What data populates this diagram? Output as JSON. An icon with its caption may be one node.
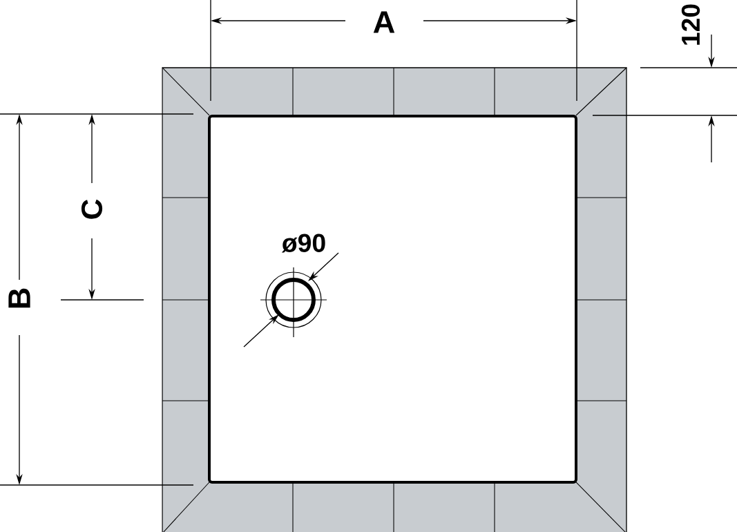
{
  "diagram": {
    "labels": [
      "A",
      "120",
      "C",
      "ø90",
      "B"
    ]
  }
}
